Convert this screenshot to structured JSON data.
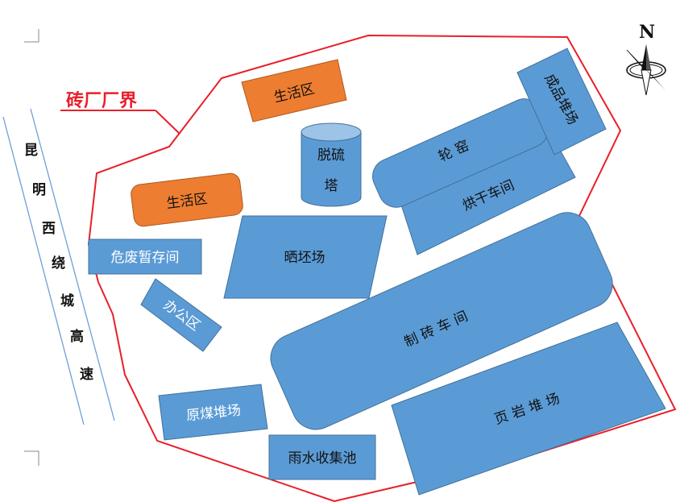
{
  "boundary": {
    "label": "砖厂厂界",
    "color": "#e8202a"
  },
  "compass": {
    "label": "N",
    "icon": "north-arrow-compass"
  },
  "road": {
    "chars": [
      "昆",
      "明",
      "西",
      "绕",
      "城",
      "高",
      "速"
    ]
  },
  "areas": {
    "living_top": "生活区",
    "living_left": "生活区",
    "desulfurization_tower": [
      "脱硫",
      "塔"
    ],
    "hazardous_storage": "危废暂存间",
    "office": "办公区",
    "drying_yard": "晒坯场",
    "kiln": "轮  窑",
    "dryer": "烘干车间",
    "finished_yard": "成品堆场",
    "brick_workshop": "制 砖 车 间",
    "shale_yard": "页 岩 堆 场",
    "coal_yard": "原煤堆场",
    "rain_pool": "雨水收集池"
  },
  "colors": {
    "facility": "#5b9bd5",
    "living": "#ed7d31",
    "road_line": "#6f9fd8"
  }
}
